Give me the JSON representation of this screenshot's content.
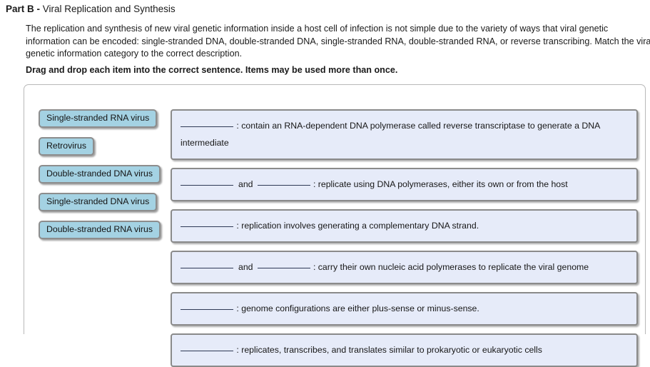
{
  "heading": {
    "part_label": "Part B -",
    "title": "Viral Replication and Synthesis"
  },
  "intro": {
    "paragraph": "The replication and synthesis of new viral genetic information inside a host cell of infection is not simple due to the variety of ways that viral genetic information can be encoded: single-stranded DNA, double-stranded DNA, single-stranded RNA, double-stranded RNA, or reverse transcribing. Match the viral genetic information category to the correct description.",
    "instruction": "Drag and drop each item into the correct sentence. Items may be used more than once."
  },
  "item_bank": {
    "items": [
      {
        "label": "Single-stranded RNA virus"
      },
      {
        "label": "Retrovirus"
      },
      {
        "label": "Double-stranded DNA virus"
      },
      {
        "label": "Single-stranded DNA virus"
      },
      {
        "label": "Double-stranded RNA virus"
      }
    ]
  },
  "drop_zones": [
    {
      "blanks": 1,
      "text": ": contain an RNA-dependent DNA polymerase called reverse transcriptase to generate a DNA intermediate"
    },
    {
      "blanks": 2,
      "conjunction": "and",
      "text": ": replicate using DNA polymerases, either its own or from the host"
    },
    {
      "blanks": 1,
      "text": ": replication involves generating a complementary DNA strand."
    },
    {
      "blanks": 2,
      "conjunction": "and",
      "text": ": carry their own nucleic acid polymerases to replicate the viral genome"
    },
    {
      "blanks": 1,
      "text": ": genome configurations are either plus-sense or minus-sense."
    },
    {
      "blanks": 1,
      "text": ": replicates, transcribes, and translates similar to prokaryotic or eukaryotic cells"
    }
  ],
  "colors": {
    "drag_item_fill": "#a4d2e3",
    "drop_zone_fill": "#e6ebf9",
    "border_gray": "#8a8a8a",
    "container_border": "#b9b9b9",
    "blank_line": "#2f3a56"
  }
}
